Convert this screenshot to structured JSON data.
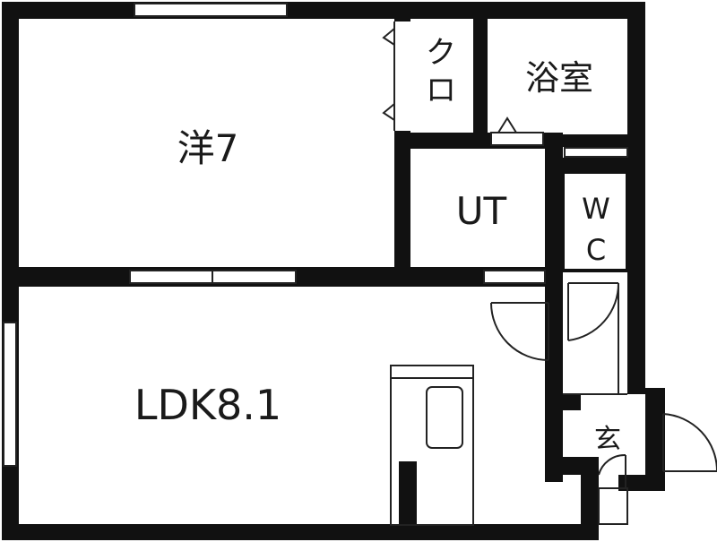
{
  "rooms": {
    "western_room": "洋7",
    "closet": [
      "ク",
      "ロ"
    ],
    "bathroom": "浴室",
    "utility": "UT",
    "toilet": [
      "W",
      "C"
    ],
    "ldk": "LDK8.1",
    "entrance": "玄"
  },
  "colors": {
    "wall": "#111111",
    "background": "#ffffff"
  }
}
